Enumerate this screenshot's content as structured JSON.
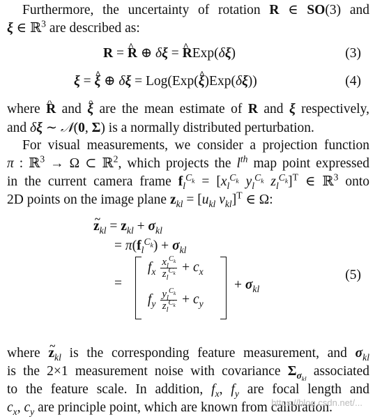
{
  "paragraph1": {
    "line1": "Furthermore, the uncertainty of rotation R ∈ SO(3) and",
    "line2": "ξ ∈ ℝ³ are described as:"
  },
  "equations": {
    "eq3": {
      "text": "R = R̂ ⊕ δξ = R̂Exp(δξ)",
      "number": "(3)"
    },
    "eq4": {
      "text": "ξ = ξ̂ ⊕ δξ = Log(Exp(ξ̂)Exp(δξ))",
      "number": "(4)"
    },
    "eq5": {
      "line1": "z̃_kl = z_kl + σ_kl",
      "line2": "= π(f_l^Ck) + σ_kl",
      "row1": "f_x x_l^Ck / z_l^Ck + c_x",
      "row2": "f_y y_l^Ck / z_l^Ck + c_y",
      "tail": "+ σ_kl",
      "number": "(5)"
    }
  },
  "paragraph2": {
    "line1": "where R̂ and ξ̂ are the mean estimate of R and ξ respectively,",
    "line2": "and δξ ∼ 𝒩(0, Σ) is a normally distributed perturbation."
  },
  "paragraph3": {
    "line1": "For visual measurements, we consider a projection function",
    "line2": "π : ℝ³ → Ω ⊂ ℝ², which projects the lth map point expressed",
    "line3": "in the current camera frame f_l^Ck = [x_l^Ck y_l^Ck z_l^Ck]ᵀ ∈ ℝ³ onto",
    "line4": "2D points on the image plane z_kl = [u_kl v_kl]ᵀ ∈ Ω:"
  },
  "paragraph4": {
    "line1": "where z̃_kl is the corresponding feature measurement, and σ_kl",
    "line2": "is the 2×1 measurement noise with covariance Σ_σkl associated",
    "line3": "to the feature scale. In addition, f_x, f_y are focal length and",
    "line4": "c_x, c_y are principle point, which are known from calibration."
  },
  "watermark": "https://blog.csdn.net/..."
}
